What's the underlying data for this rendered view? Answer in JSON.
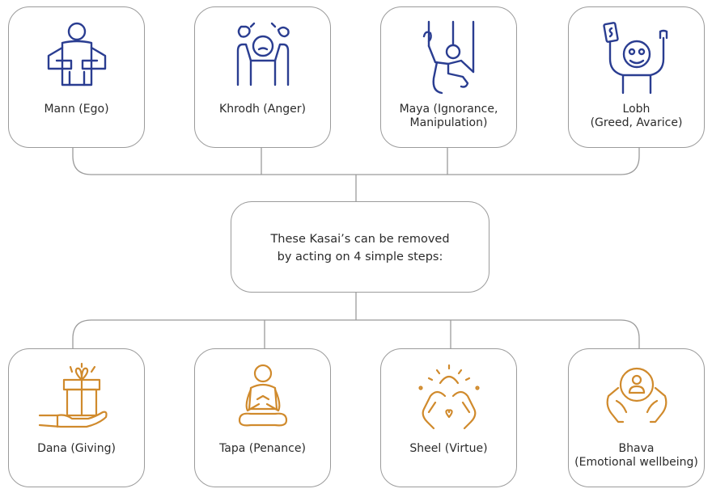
{
  "colors": {
    "top_icon": "#2a3d91",
    "bottom_icon": "#d08a2c",
    "border": "#9b9b9b"
  },
  "kasai": [
    {
      "line1": "Mann (Ego)",
      "line2": "",
      "icon": "ego-person-icon"
    },
    {
      "line1": "Khrodh (Anger)",
      "line2": "",
      "icon": "angry-person-icon"
    },
    {
      "line1": "Maya (Ignorance,",
      "line2": "Manipulation)",
      "icon": "puppet-icon"
    },
    {
      "line1": "Lobh",
      "line2": "(Greed, Avarice)",
      "icon": "greedy-person-icon"
    }
  ],
  "center": {
    "line1": "These Kasai’s can be removed",
    "line2": "by acting on 4 simple steps:"
  },
  "steps": [
    {
      "line1": "Dana (Giving)",
      "line2": "",
      "icon": "gift-hand-icon"
    },
    {
      "line1": "Tapa (Penance)",
      "line2": "",
      "icon": "meditation-icon"
    },
    {
      "line1": "Sheel (Virtue)",
      "line2": "",
      "icon": "praying-hands-icon"
    },
    {
      "line1": "Bhava",
      "line2": "(Emotional wellbeing)",
      "icon": "caring-hands-icon"
    }
  ]
}
